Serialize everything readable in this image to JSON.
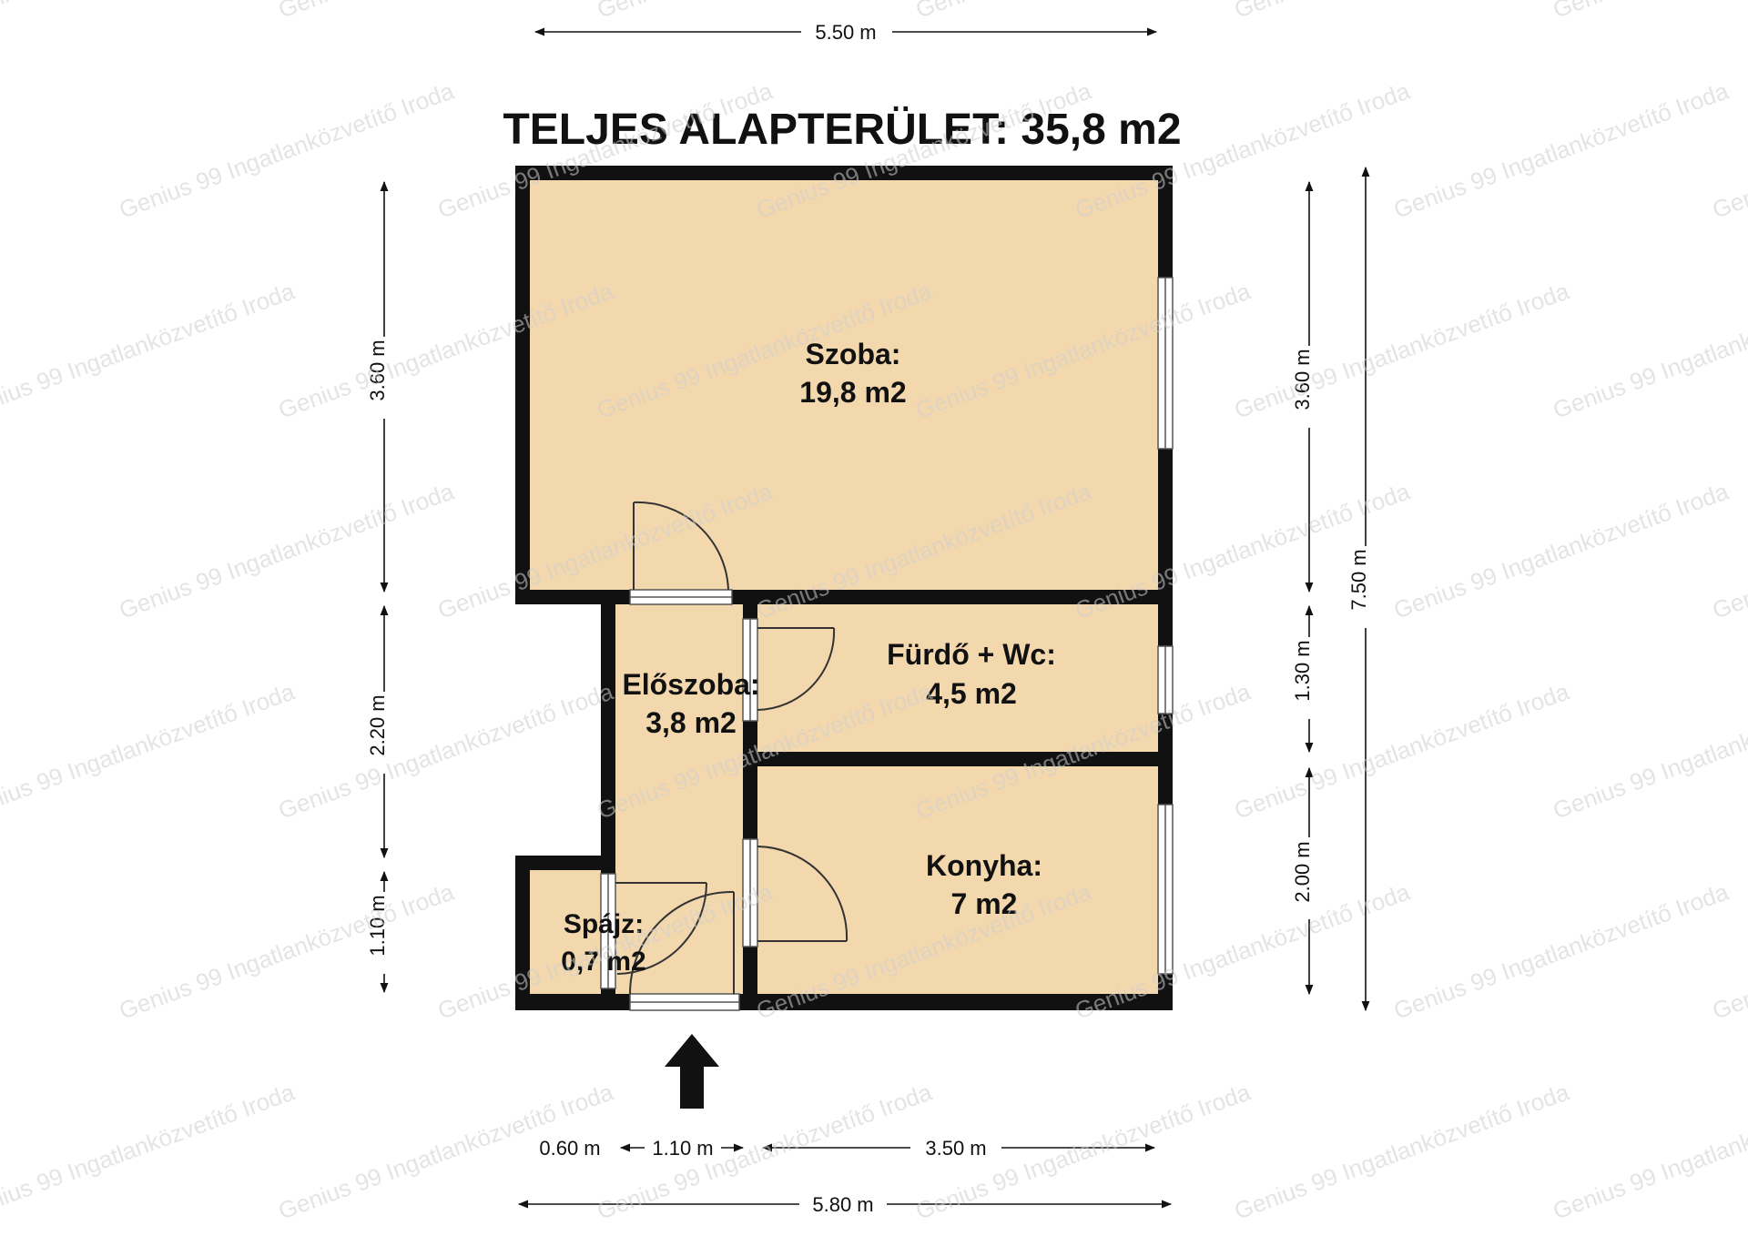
{
  "title": "TELJES ALAPTERÜLET: 35,8 m2",
  "watermark": "Genius 99 Ingatlanközvetítő Iroda",
  "colors": {
    "floor": "#f3d8ae",
    "wall": "#111111",
    "window": "#ffffff"
  },
  "rooms": [
    {
      "id": "szoba",
      "name": "Szoba:",
      "area": "19,8 m2"
    },
    {
      "id": "furdo",
      "name": "Fürdő + Wc:",
      "area": "4,5 m2"
    },
    {
      "id": "eloszoba",
      "name": "Előszoba:",
      "area": "3,8 m2"
    },
    {
      "id": "konyha",
      "name": "Konyha:",
      "area": "7 m2"
    },
    {
      "id": "spajz",
      "name": "Spájz:",
      "area": "0,7 m2"
    }
  ],
  "dimensions": {
    "top": "5.50 m",
    "left_upper": "3.60 m",
    "left_middle": "2.20 m",
    "left_lower": "1.10 m",
    "right_upper": "3.60 m",
    "right_middle": "1.30 m",
    "right_lower": "2.00 m",
    "right_total": "7.50 m",
    "bottom_a": "0.60 m",
    "bottom_b": "1.10 m",
    "bottom_c": "3.50 m",
    "bottom_total": "5.80 m"
  },
  "entrance": "entrance-arrow-icon"
}
